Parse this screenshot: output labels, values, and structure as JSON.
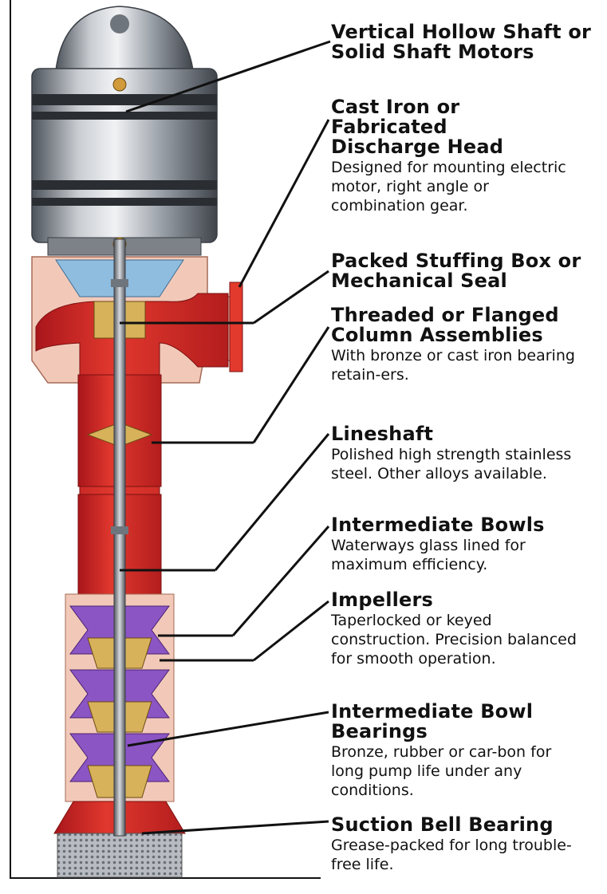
{
  "diagram": {
    "colors": {
      "motor": "#9aa0a8",
      "column": "#d42a24",
      "bowl": "#7a3fb0",
      "bearing": "#d7b25a",
      "shaft": "#8c8f96",
      "leader": "#111111"
    },
    "callouts": [
      {
        "id": "motor",
        "title": "Vertical Hollow Shaft or Solid Shaft Motors",
        "desc": ""
      },
      {
        "id": "head",
        "title": "Cast Iron or Fabricated Discharge Head",
        "desc": "Designed for mounting electric motor, right angle or combination gear."
      },
      {
        "id": "seal",
        "title": "Packed Stuffing Box or Mechanical Seal",
        "desc": ""
      },
      {
        "id": "column",
        "title": "Threaded or Flanged Column Assemblies",
        "desc": "With bronze or cast iron bearing retain-ers."
      },
      {
        "id": "lineshaft",
        "title": "Lineshaft",
        "desc": "Polished high strength stainless steel. Other alloys available."
      },
      {
        "id": "bowls",
        "title": "Intermediate Bowls",
        "desc": "Waterways glass lined for maximum efficiency."
      },
      {
        "id": "impellers",
        "title": "Impellers",
        "desc": "Taperlocked or keyed construction. Precision balanced for smooth operation."
      },
      {
        "id": "bowl-bearings",
        "title": "Intermediate Bowl Bearings",
        "desc": "Bronze, rubber or car-bon for long pump life under any conditions."
      },
      {
        "id": "suction",
        "title": "Suction Bell Bearing",
        "desc": "Grease-packed for long trouble-free life."
      }
    ]
  }
}
